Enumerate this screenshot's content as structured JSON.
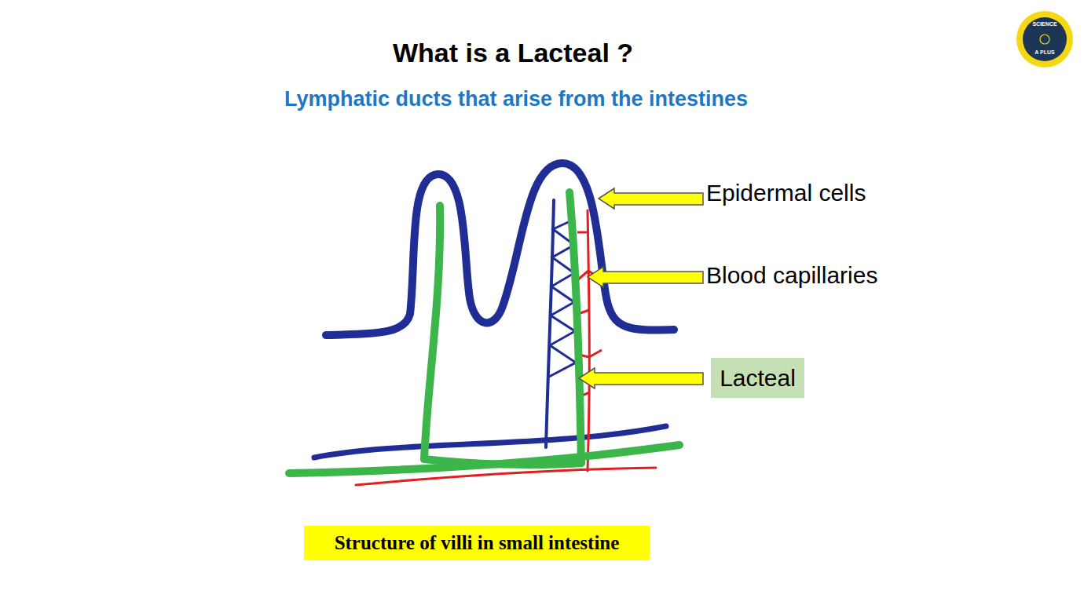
{
  "diagram": {
    "title": "What is a Lacteal ?",
    "caption": "Structure of villi in small intestine",
    "nodes": [
      {
        "text": [
          "Lacteal"
        ]
      }
    ],
    "labels": [
      "Lymphatic ducts that arise from the intestines",
      "Epidermal cells",
      "Blood capillaries",
      "SCIENCE",
      "A PLUS"
    ]
  }
}
